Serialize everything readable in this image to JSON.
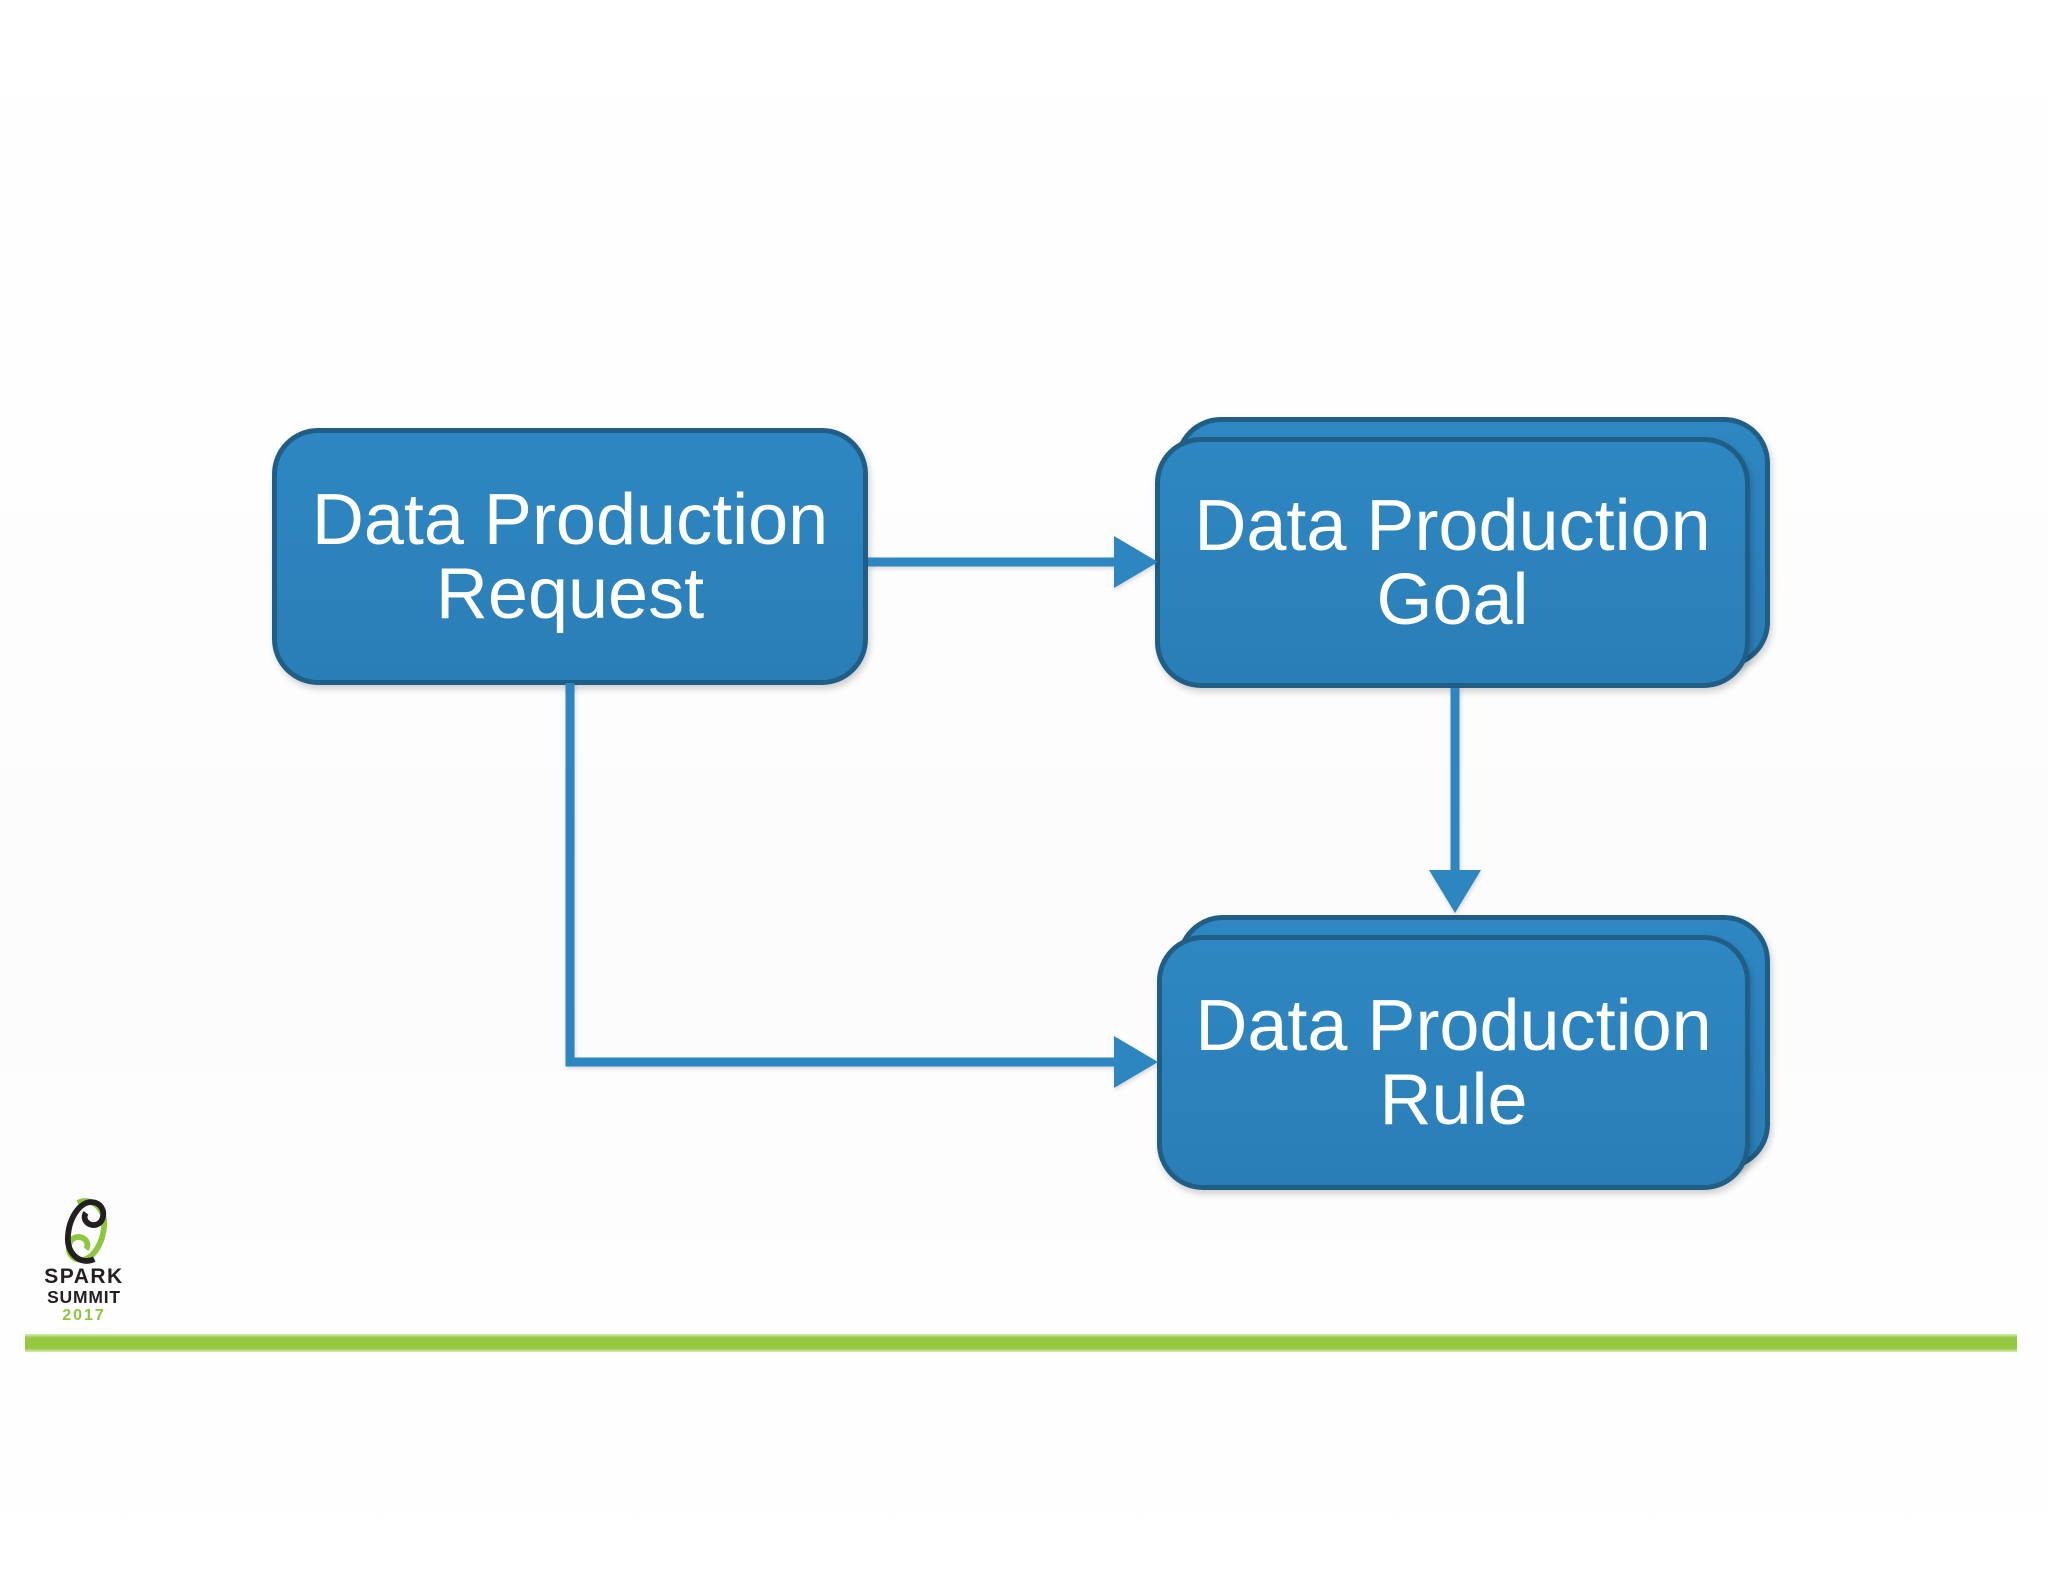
{
  "slide": {
    "nodes": {
      "request": {
        "line1": "Data Production",
        "line2": "Request",
        "stacked": false
      },
      "goal": {
        "line1": "Data Production",
        "line2": "Goal",
        "stacked": true
      },
      "rule": {
        "line1": "Data Production",
        "line2": "Rule",
        "stacked": true
      }
    },
    "edges": [
      {
        "from": "request",
        "to": "goal",
        "shape": "straight-right"
      },
      {
        "from": "goal",
        "to": "rule",
        "shape": "straight-down"
      },
      {
        "from": "request",
        "to": "rule",
        "shape": "elbow-down-right"
      }
    ],
    "footer": {
      "logo_word1": "SPARK",
      "logo_word2": "SUMMIT",
      "logo_year": "2017"
    },
    "colors": {
      "node_fill": "#2E87C2",
      "node_fill_bottom": "#2A7EB6",
      "node_border": "#205E85",
      "arrow": "#2E86C1",
      "logo_green": "#8DC63F",
      "logo_black": "#231F20",
      "divider_green": "#95C83E"
    }
  }
}
